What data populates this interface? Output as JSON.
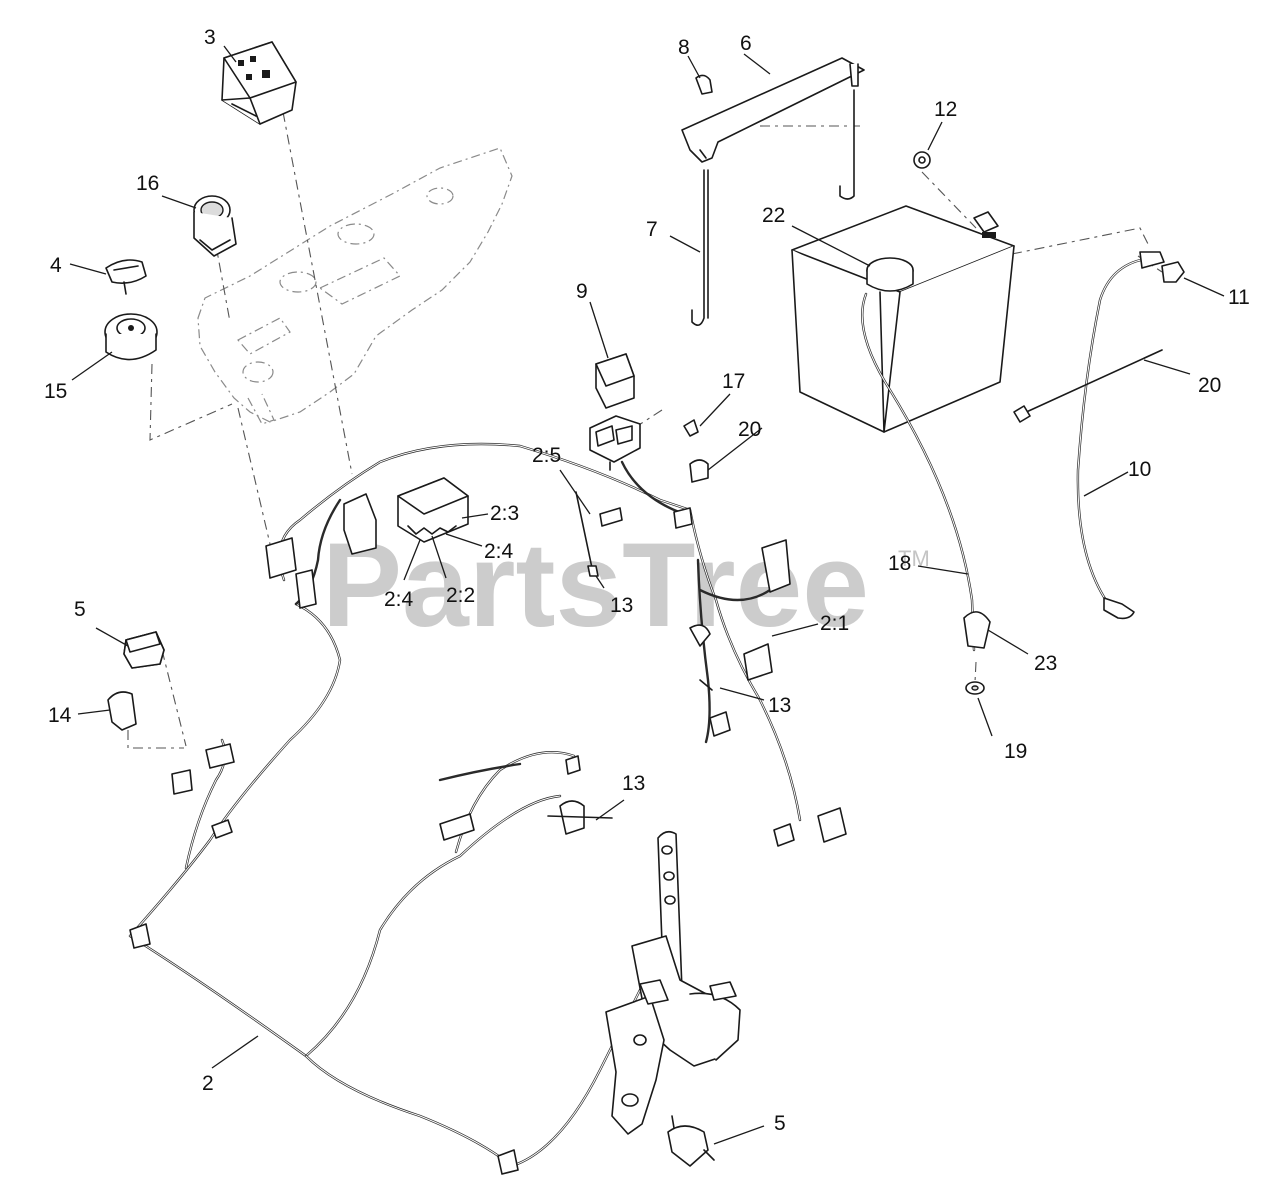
{
  "watermark": {
    "text": "PartsTree",
    "tm": "TM"
  },
  "callouts": [
    {
      "id": "c3",
      "label": "3"
    },
    {
      "id": "c8",
      "label": "8"
    },
    {
      "id": "c6",
      "label": "6"
    },
    {
      "id": "c12",
      "label": "12"
    },
    {
      "id": "c16",
      "label": "16"
    },
    {
      "id": "c22",
      "label": "22"
    },
    {
      "id": "c7",
      "label": "7"
    },
    {
      "id": "c4",
      "label": "4"
    },
    {
      "id": "c11",
      "label": "11"
    },
    {
      "id": "c9",
      "label": "9"
    },
    {
      "id": "c15",
      "label": "15"
    },
    {
      "id": "c20a",
      "label": "20"
    },
    {
      "id": "c17",
      "label": "17"
    },
    {
      "id": "c2-5",
      "label": "2:5"
    },
    {
      "id": "c20b",
      "label": "20"
    },
    {
      "id": "c10",
      "label": "10"
    },
    {
      "id": "c2-3",
      "label": "2:3"
    },
    {
      "id": "c2-4a",
      "label": "2:4"
    },
    {
      "id": "c18",
      "label": "18"
    },
    {
      "id": "c5a",
      "label": "5"
    },
    {
      "id": "c2-4b",
      "label": "2:4"
    },
    {
      "id": "c2-2",
      "label": "2:2"
    },
    {
      "id": "c13a",
      "label": "13"
    },
    {
      "id": "c2-1",
      "label": "2:1"
    },
    {
      "id": "c23",
      "label": "23"
    },
    {
      "id": "c14",
      "label": "14"
    },
    {
      "id": "c13b",
      "label": "13"
    },
    {
      "id": "c19",
      "label": "19"
    },
    {
      "id": "c13c",
      "label": "13"
    },
    {
      "id": "c2",
      "label": "2"
    },
    {
      "id": "c5b",
      "label": "5"
    }
  ]
}
